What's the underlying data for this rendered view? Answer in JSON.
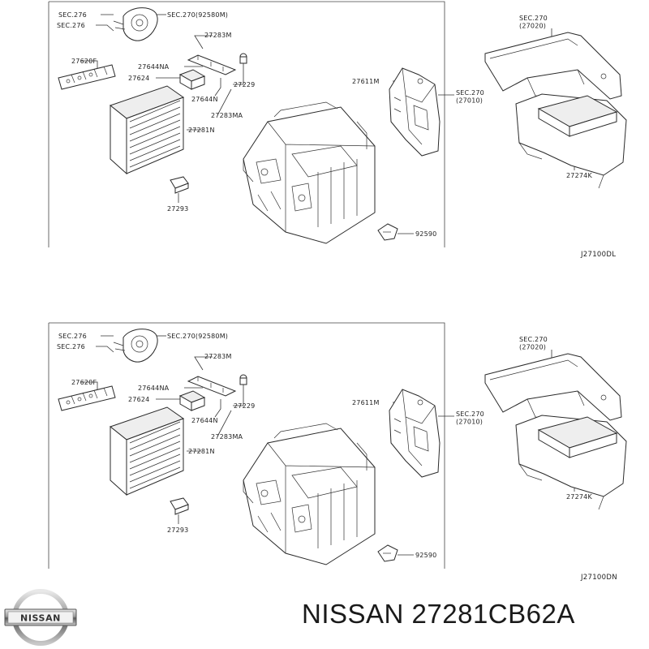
{
  "brand": "NISSAN",
  "footer_part_number": "NISSAN 27281CB62A",
  "diagrams": [
    {
      "code": "J27100DL",
      "labels": {
        "sec276_a": "SEC.276",
        "sec276_b": "SEC.276",
        "sec270_92580m": "SEC.270(92580M)",
        "p27283m": "27283M",
        "p27620f": "27620F",
        "p27644na": "27644NA",
        "p27624": "27624",
        "p27229": "27229",
        "p27644n": "27644N",
        "p27283ma": "27283MA",
        "p27281n": "27281N",
        "p27293": "27293",
        "p27611m": "27611M",
        "sec270_27010": "SEC.270\n(27010)",
        "sec270_27020": "SEC.270\n(27020)",
        "p27274k": "27274K",
        "p92590": "92590"
      }
    },
    {
      "code": "J27100DN",
      "labels": {
        "sec276_a": "SEC.276",
        "sec276_b": "SEC.276",
        "sec270_92580m": "SEC.270(92580M)",
        "p27283m": "27283M",
        "p27620f": "27620F",
        "p27644na": "27644NA",
        "p27624": "27624",
        "p27229": "27229",
        "p27644n": "27644N",
        "p27283ma": "27283MA",
        "p27281n": "27281N",
        "p27293": "27293",
        "p27611m": "27611M",
        "sec270_27010": "SEC.270\n(27010)",
        "sec270_27020": "SEC.270\n(27020)",
        "p27274k": "27274K",
        "p92590": "92590"
      }
    }
  ]
}
